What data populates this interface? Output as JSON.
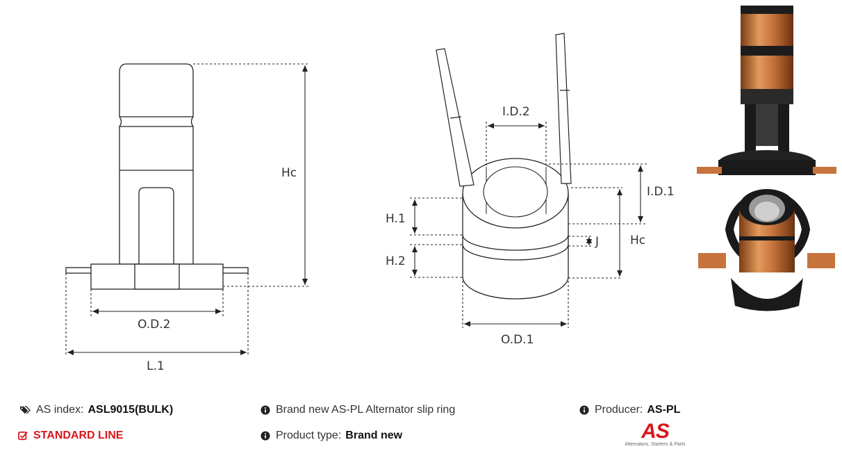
{
  "dimensions": {
    "left": {
      "hc": "Hc",
      "od2": "O.D.2",
      "l1": "L.1"
    },
    "middle": {
      "id2": "I.D.2",
      "id1": "I.D.1",
      "h1": "H.1",
      "h2": "H.2",
      "j": "J",
      "hc": "Hc",
      "od1": "O.D.1"
    }
  },
  "info": {
    "as_index_label": "AS index:",
    "as_index_value": "ASL9015(BULK)",
    "standard_line": "STANDARD LINE",
    "description": "Brand new AS-PL Alternator slip ring",
    "product_type_label": "Product type:",
    "product_type_value": "Brand new",
    "producer_label": "Producer:",
    "producer_value": "AS-PL"
  },
  "logo": {
    "mark": "AS",
    "tagline": "Alternators, Starters & Parts"
  },
  "colors": {
    "accent": "#d9161c",
    "copper": "#c7743c",
    "plastic": "#1a1a1a"
  },
  "icons": {
    "tags": "tags-icon",
    "check": "check-square-icon",
    "info": "info-circle-icon"
  }
}
